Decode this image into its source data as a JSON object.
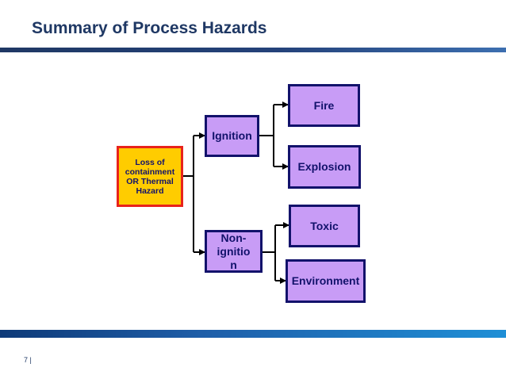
{
  "slide": {
    "title": "Summary of Process Hazards",
    "page_number": "7 |"
  },
  "diagram": {
    "root": {
      "label": "Loss of containment OR Thermal Hazard"
    },
    "branches": {
      "ignition": {
        "label": "Ignition"
      },
      "non_ignition": {
        "label": "Non-ignition"
      }
    },
    "outcomes": {
      "fire": {
        "label": "Fire"
      },
      "explosion": {
        "label": "Explosion"
      },
      "toxic": {
        "label": "Toxic"
      },
      "environment": {
        "label": "Environment"
      }
    },
    "edges": [
      [
        "root",
        "ignition"
      ],
      [
        "root",
        "non_ignition"
      ],
      [
        "ignition",
        "fire"
      ],
      [
        "ignition",
        "explosion"
      ],
      [
        "non_ignition",
        "toxic"
      ],
      [
        "non_ignition",
        "environment"
      ]
    ]
  },
  "colors": {
    "title": "#1f3864",
    "node_fill": "#c89cf6",
    "node_border": "#12126b",
    "root_fill": "#ffcc00",
    "root_border": "#e8231b",
    "connector": "#000000"
  }
}
